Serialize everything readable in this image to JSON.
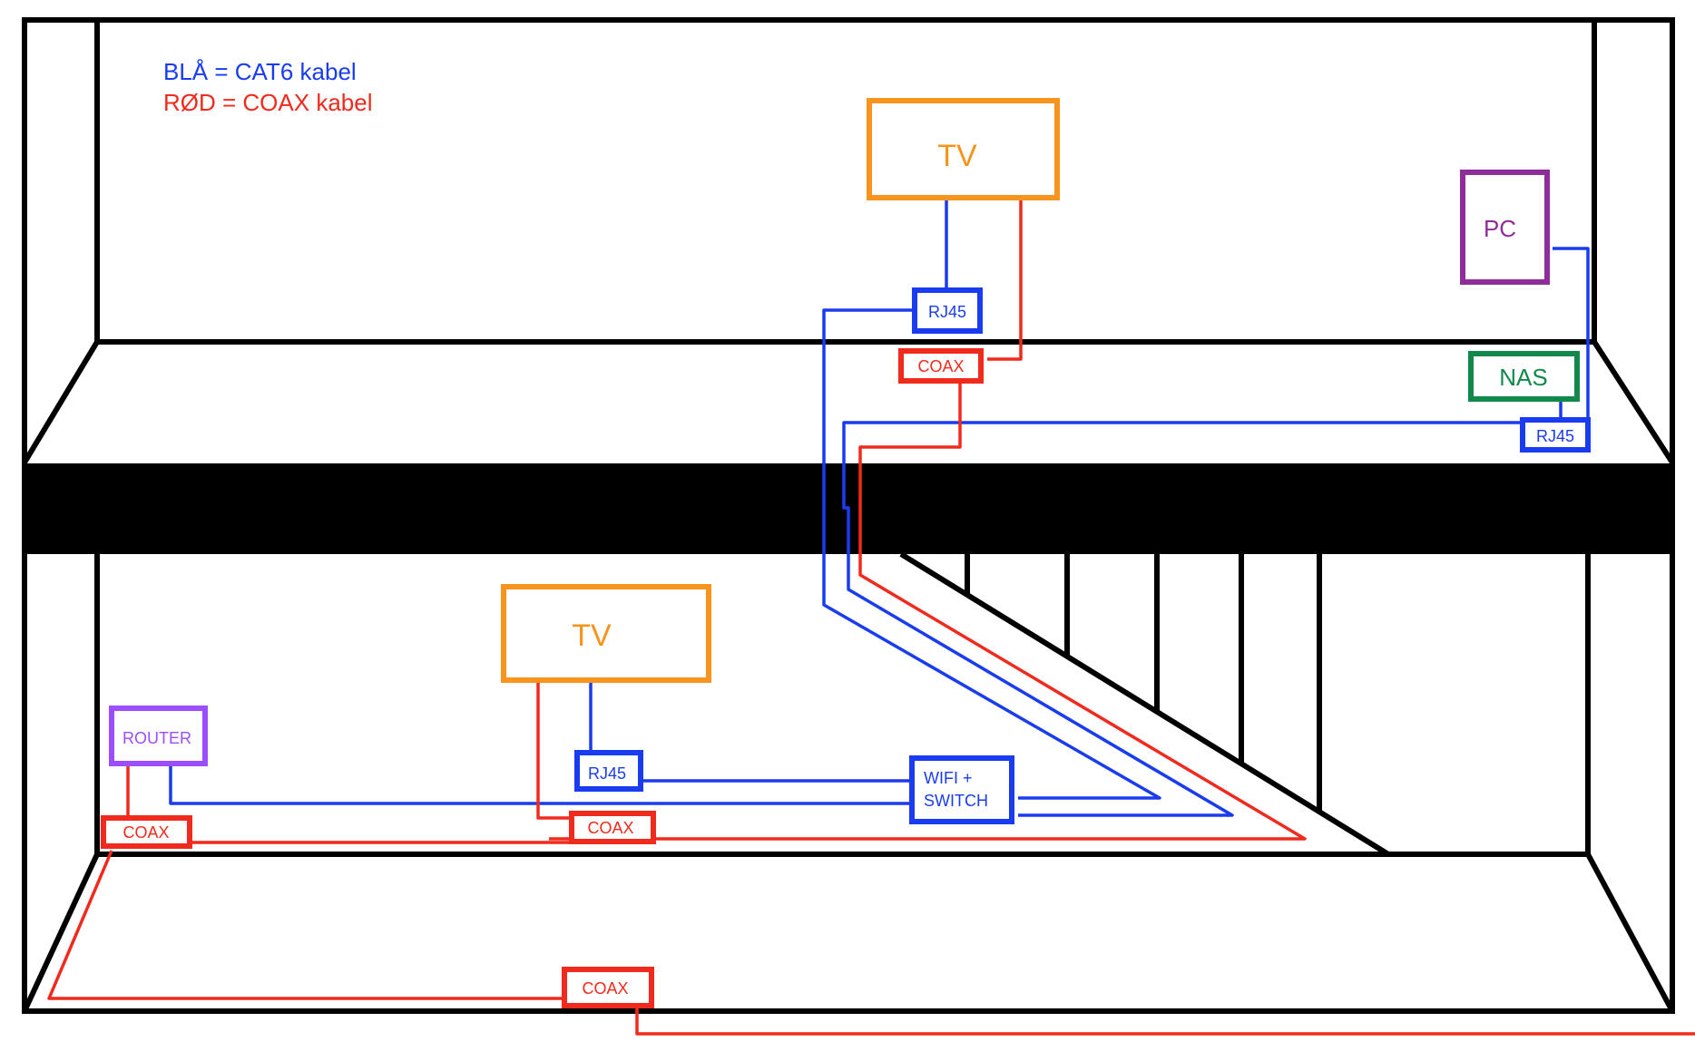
{
  "legend": {
    "cat6": "BLÅ = CAT6 kabel",
    "coax": "RØD = COAX kabel"
  },
  "upper_floor": {
    "tv": "TV",
    "pc": "PC",
    "nas": "NAS",
    "rj45_tv": "RJ45",
    "rj45_nas": "RJ45",
    "coax": "COAX"
  },
  "lower_floor": {
    "tv": "TV",
    "router": "ROUTER",
    "rj45_tv": "RJ45",
    "switch_line1": "WIFI +",
    "switch_line2": "SWITCH",
    "coax_router": "COAX",
    "coax_tv": "COAX"
  },
  "basement": {
    "coax": "COAX"
  },
  "colors": {
    "cat6": "#1a3cf0",
    "coax": "#f02a1c",
    "tv": "#f7941d",
    "pc": "#8e2c99",
    "nas": "#12894a",
    "router": "#9b4dff",
    "structure": "#000000"
  }
}
